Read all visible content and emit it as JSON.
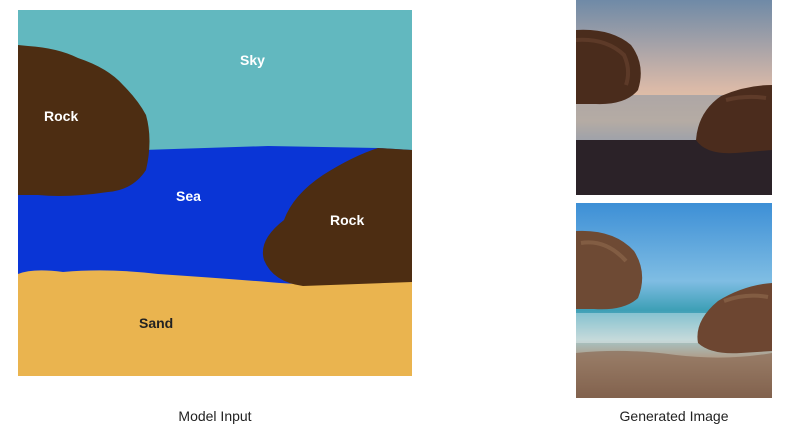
{
  "segmentation_map": {
    "labels": {
      "sky": "Sky",
      "rock_left": "Rock",
      "sea": "Sea",
      "rock_right": "Rock",
      "sand": "Sand"
    },
    "colors": {
      "sky": "#62b8bf",
      "sea": "#0a35d6",
      "rock": "#4d2d12",
      "sand": "#eab44f"
    }
  },
  "captions": {
    "input": "Model Input",
    "output": "Generated Image"
  }
}
